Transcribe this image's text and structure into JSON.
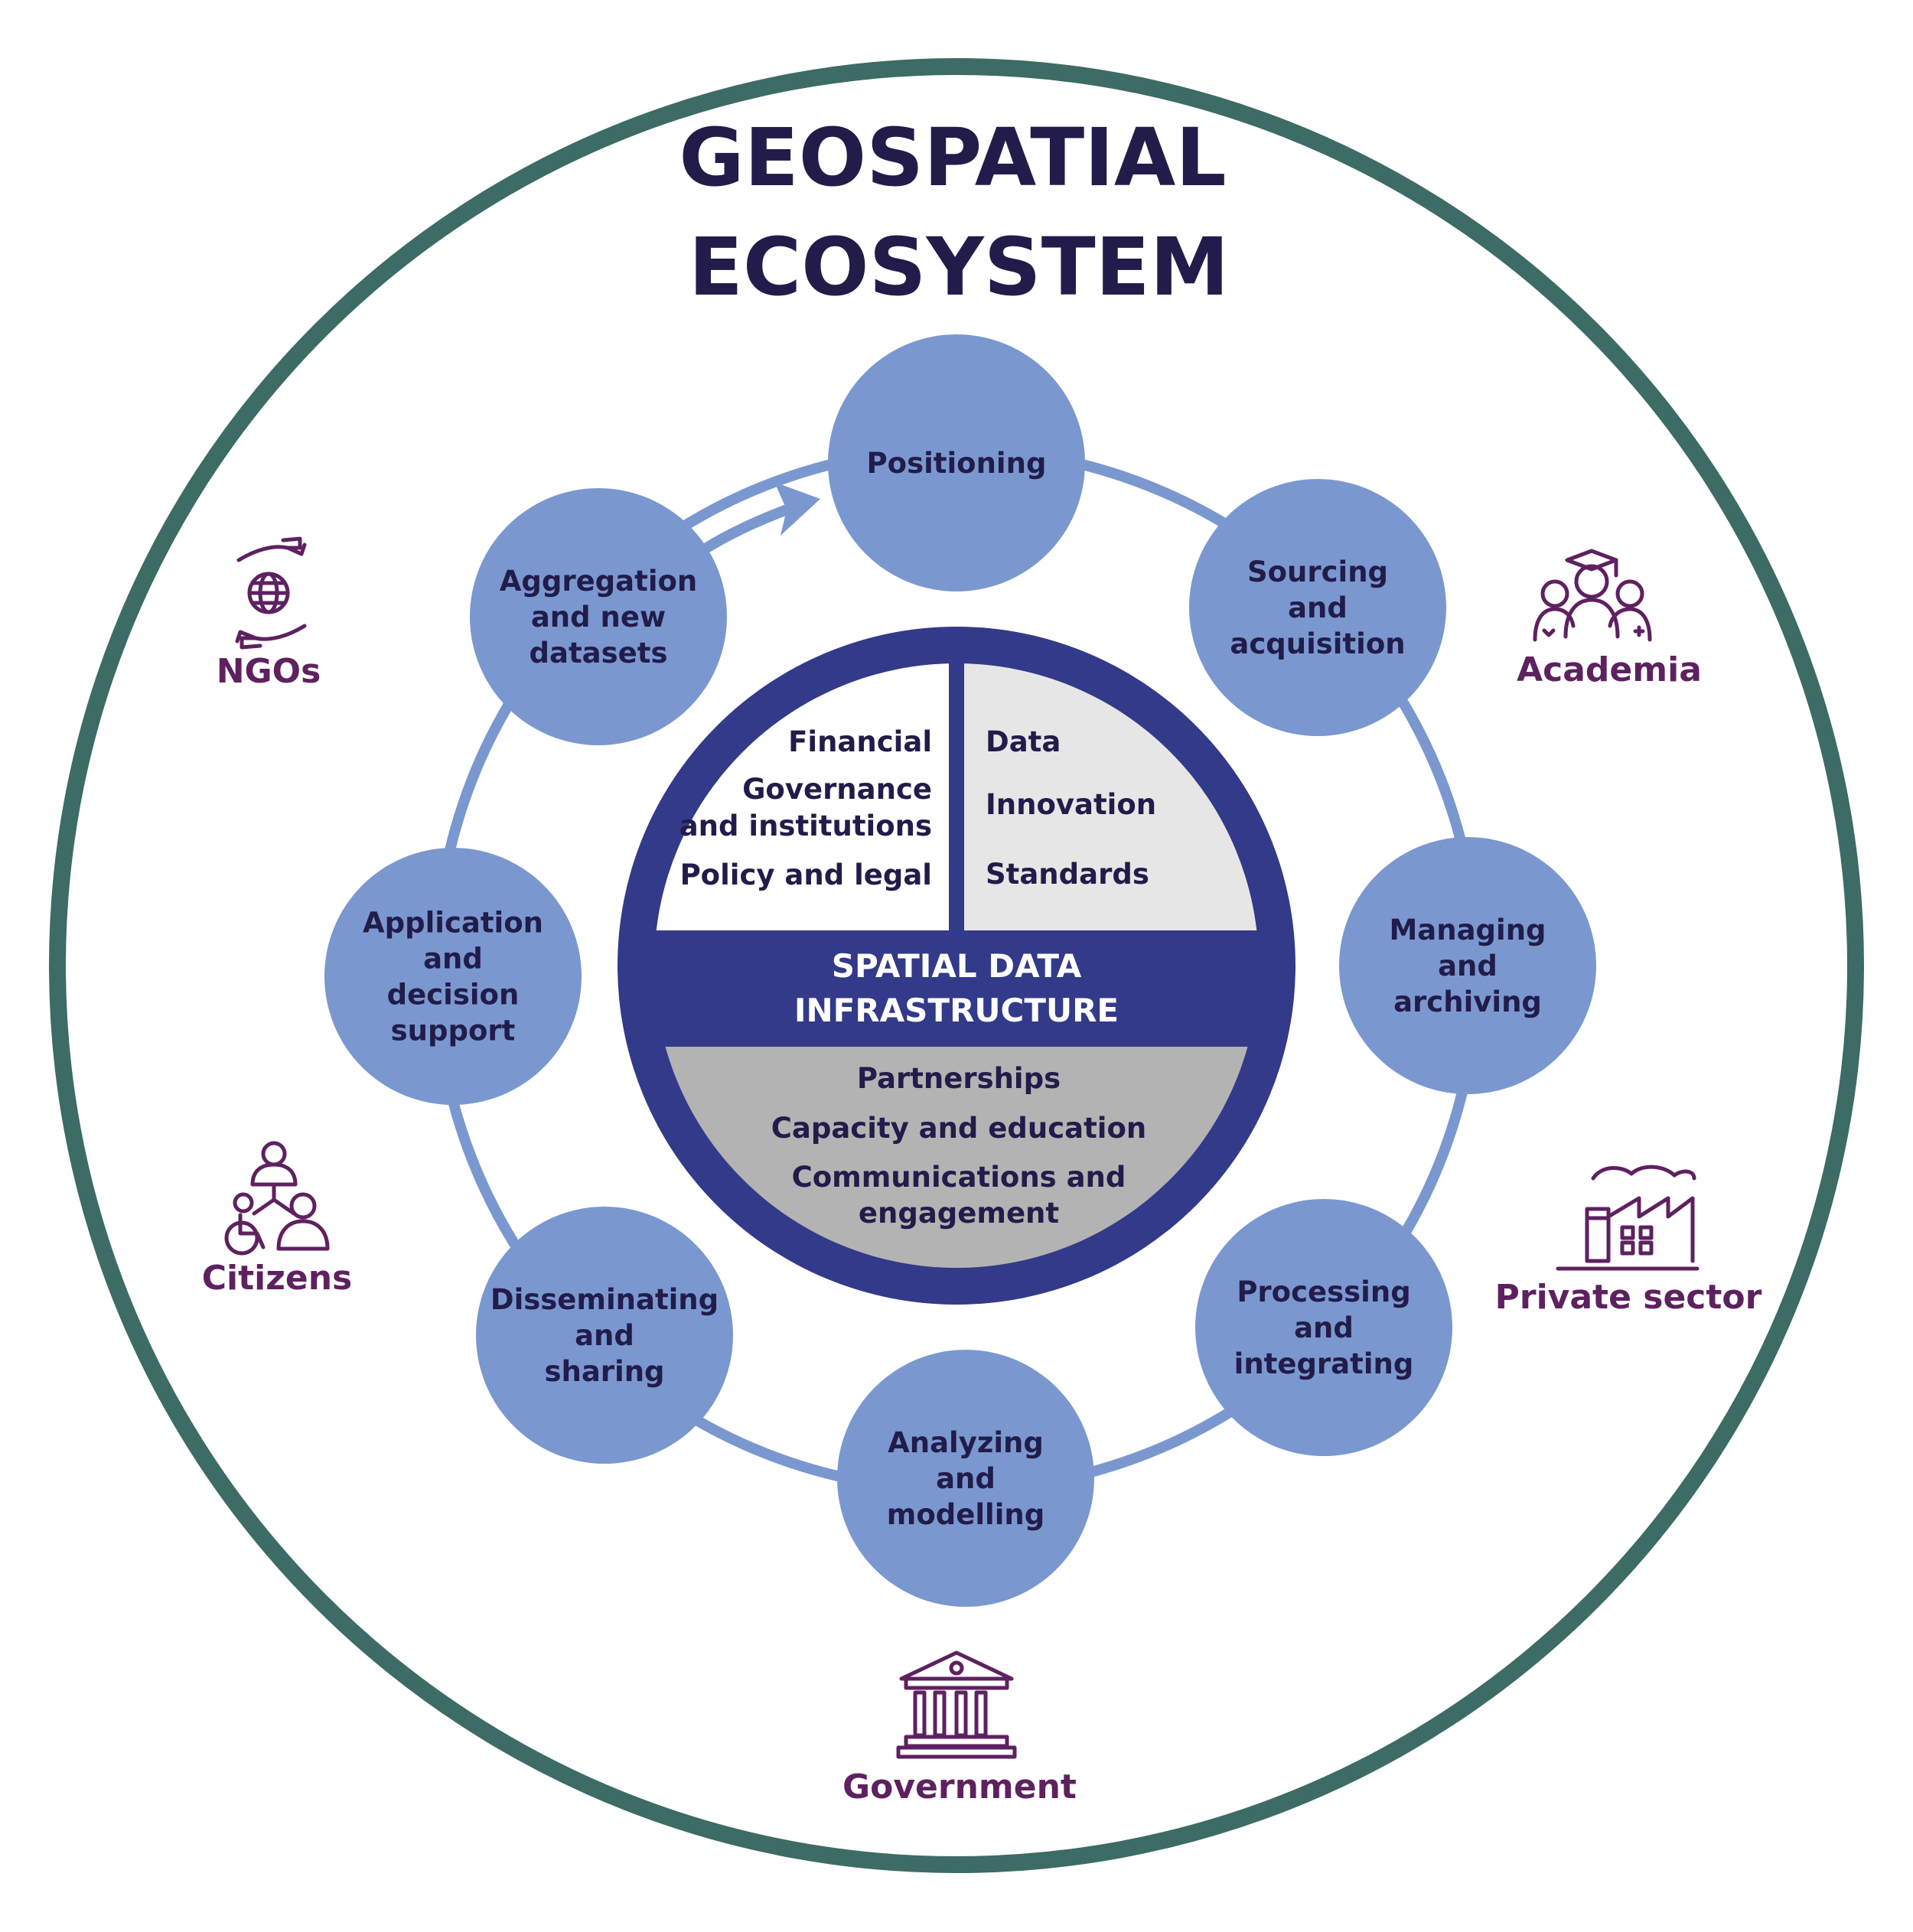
{
  "title": {
    "line1": "GEOSPATIAL",
    "line2": "ECOSYSTEM"
  },
  "cycle_nodes": [
    {
      "id": "positioning",
      "lines": [
        "Positioning"
      ]
    },
    {
      "id": "sourcing",
      "lines": [
        "Sourcing",
        "and",
        "acquisition"
      ]
    },
    {
      "id": "managing",
      "lines": [
        "Managing",
        "and",
        "archiving"
      ]
    },
    {
      "id": "processing",
      "lines": [
        "Processing",
        "and",
        "integrating"
      ]
    },
    {
      "id": "analyzing",
      "lines": [
        "Analyzing",
        "and",
        "modelling"
      ]
    },
    {
      "id": "disseminating",
      "lines": [
        "Disseminating",
        "and",
        "sharing"
      ]
    },
    {
      "id": "application",
      "lines": [
        "Application",
        "and",
        "decision",
        "support"
      ]
    },
    {
      "id": "aggregation",
      "lines": [
        "Aggregation",
        "and new",
        "datasets"
      ]
    }
  ],
  "sdi": {
    "band_line1": "SPATIAL DATA",
    "band_line2": "INFRASTRUCTURE",
    "left_items": [
      "Financial",
      "Governance",
      "and institutions",
      "Policy and legal"
    ],
    "right_items": [
      "Data",
      "Innovation",
      "Standards"
    ],
    "bottom_items": [
      "Partnerships",
      "Capacity and education",
      "Communications and",
      "engagement"
    ]
  },
  "actors": [
    {
      "id": "ngos",
      "label": "NGOs",
      "icon": "hands-globe-icon"
    },
    {
      "id": "academia",
      "label": "Academia",
      "icon": "graduates-icon"
    },
    {
      "id": "citizens",
      "label": "Citizens",
      "icon": "people-network-icon"
    },
    {
      "id": "private",
      "label": "Private sector",
      "icon": "factory-icon"
    },
    {
      "id": "government",
      "label": "Government",
      "icon": "government-building-icon"
    }
  ],
  "colors": {
    "outer_ring": "#3d6b66",
    "node_fill": "#7a98cf",
    "ring_stroke": "#7a98cf",
    "sdi_navy": "#323a89",
    "sdi_right_fill": "#e6e6e6",
    "sdi_bottom_fill": "#b3b3b3",
    "title_text": "#221c4a",
    "actor_purple": "#5e2160"
  }
}
